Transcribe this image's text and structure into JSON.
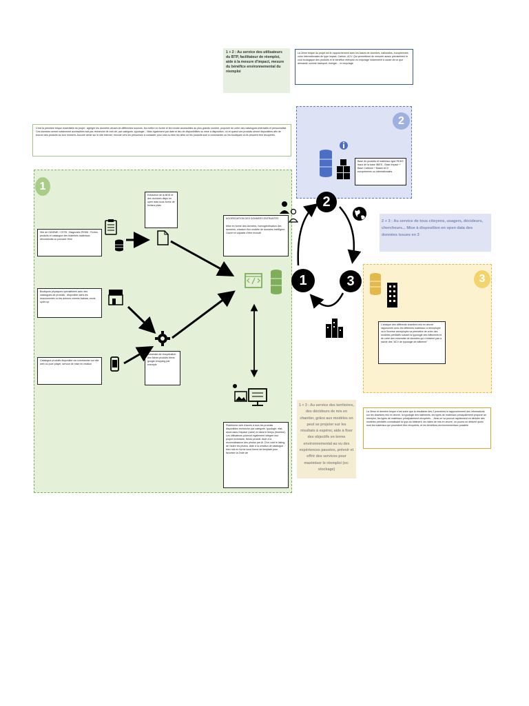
{
  "top": {
    "callout_12": "1 + 2 : Au service des utilisateurs du BTP, facilitateur de réemploi, aide à la mesure d'impact, mesure du bénéfice environnemental du réemploi",
    "note_2": "La 2ème brique du projet est le rapprochement avec les bases de données, nationales, européennes voire internationales de type impact, Carbon, ACV. Qui permettront de mesurer assez précisément le coût écologique des produits et le bénéfice réemploi vs recyclage notamment à cause de ce que demande comme transport, énergie… le recyclage"
  },
  "intro": {
    "text": "C'est la première brique essentielle du projet : agréger les données venant de différentes sources, les mettre en forme et les rendre accessibles au plus grands nombre, proposer de créer des catalogues intéractifs et personnalisé. Ces données seront notamment accessibles soit par recherche de mot clé, par catégorie, typologie... Mais également par date et lieu de disponibilités ou mise à disposition, où et quand ces produits seront disponibles afin de trouver des produits au bon moment. Aucune vente sur le site internet, renvoie vers les personnes à contacter pour cela ou bien les sites où les produits sont à commander ou les boutiques où ils peuvent être récupérés."
  },
  "zone1": {
    "number": "1",
    "source_pemd": "Site de l'ADEME / CSTB : Diagnostic PEMD : Fiches produits et catalogue des matériels matériaux déconstruits ou pouvant l'être",
    "source_boutiques": "Boutiques physiques spécialisées avec des catalogues de produits ; disponible dans les ressourceries ou les autours comme bakara, envie, cycle-up",
    "source_catalogue": "Catalogue produits disponible via commander sur site web ou pure player, service de mise en relation",
    "extraction": "Extraction de la BDD et des données dispo en open data sous forme de fichiers plats",
    "automate": "Automate de récupération des fiches produits biens google shopping par exemple",
    "aggregation_title": "AGGREGATION DES DONNEES ENTRANTES",
    "aggregation_text": "Mise en forme des données, homogénéisation des données, création d'un modèle de données intelligent. Ouvert et capable d'être évolutif",
    "platform": "Plateforme web d'accès à tous les produits disponibles recherche par catégorie, typologie, état, stock dans l'espace (carte) et dans le temps (timeline). Les utilisateurs pourront également intégrer leur propre inventaire, fiches produit. Aide à la reconnaissance des photos par AI. D'un coté le listing, de l'autre les photos. Aide à la création de catalogue bien mis en forme sous forme de template pour favoriser la 2nde vie"
  },
  "zone2": {
    "number": "2",
    "db_text": "Base de produits et matériaux type RDDS issus de la base INIES - Base Impact + Base Carbone + Bases ACV européennes ou internationales"
  },
  "cycle": {
    "n1": "1",
    "n2": "2",
    "n3": "3"
  },
  "right": {
    "callout_23": "2 + 3 : Au service de tous citoyens, usagers, décideurs, chercheurs... Mise à disposition en open data des données issues en 3",
    "zone3_number": "3",
    "zone3_text": "L'analyse des différents chantiers mis en œuvre rapprochée avec les différents matériaux à réemployer va à l'inverse réemployés va permettre de créer des modèles prédictifs suivant la typologie des bâtiments et de créer des ensemble de données qui n'existent pas à savoir des \"ACV de typologie de bâtiment\"",
    "callout_13": "1 + 3 : Au service des territoires, des décideurs de mis en chantier, grâce aux modèles on peut se projeter sur les résultats à espérer, aide à fixer des objectifs en terme environnemental au vu des expériences passées, prévoir et offrir des services pour maximiser le réemploi (ex: stockage)",
    "note_3": "La 3ème et dernière brique n'est autre que la résultante des 2 premières le rapprochement des informations sur les chantiers mis en œuvre, la typologie des bâtiments, les types de matériaux principalement proposé au réemploi, les types de matériaux principalement récupérés… Ainsi on va pouvoir rapidement en déduire des modèles prédictifs connaissant la typo du bâtiment, les dates de mis en œuvre, on pourra en déduire quels sont les matériaux qui pourraient être récupérés, et les bénéfices environnementaux possible"
  },
  "colors": {
    "green_zone": "#e4f0d8",
    "green_border": "#7fae5a",
    "blue_zone": "#dde3f4",
    "blue_border": "#5b74c2",
    "yellow_zone": "#fdf2cf",
    "yellow_border": "#e2b94a",
    "callout_green": "#e6efe0",
    "callout_yellow": "#f4edd4",
    "note_blue": "#3657a6",
    "note_gold": "#d8a324"
  }
}
